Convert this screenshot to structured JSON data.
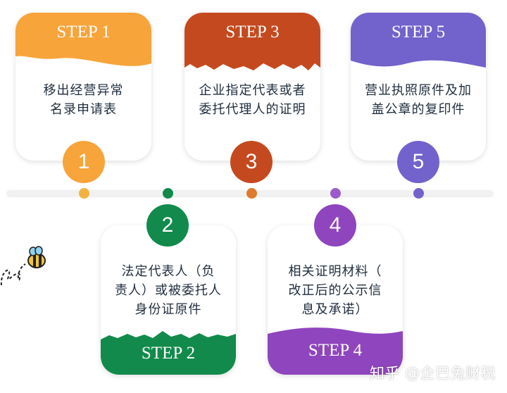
{
  "colors": {
    "step1": "#f7a43a",
    "step2": "#128a4b",
    "step3": "#c5491f",
    "step4": "#8f45bd",
    "step5": "#7262cc",
    "text": "#1f2d3d",
    "timeline": "#f1f1f1"
  },
  "steps": [
    {
      "header": "STEP 1",
      "number": "1",
      "text_lines": [
        "移出经营异常",
        "名录申请表"
      ]
    },
    {
      "header": "STEP 2",
      "number": "2",
      "text_lines": [
        "法定代表人（负",
        "责人）或被委托人",
        "身份证原件"
      ]
    },
    {
      "header": "STEP 3",
      "number": "3",
      "text_lines": [
        "企业指定代表或者",
        "委托代理人的证明"
      ]
    },
    {
      "header": "STEP 4",
      "number": "4",
      "text_lines": [
        "相关证明材料（",
        "改正后的公示信",
        "息及承诺）"
      ]
    },
    {
      "header": "STEP 5",
      "number": "5",
      "text_lines": [
        "营业执照原件及加",
        "盖公章的复印件"
      ]
    }
  ],
  "watermark": "知乎 @企巴兔财税",
  "decor": {
    "bee_icon": "bee"
  }
}
